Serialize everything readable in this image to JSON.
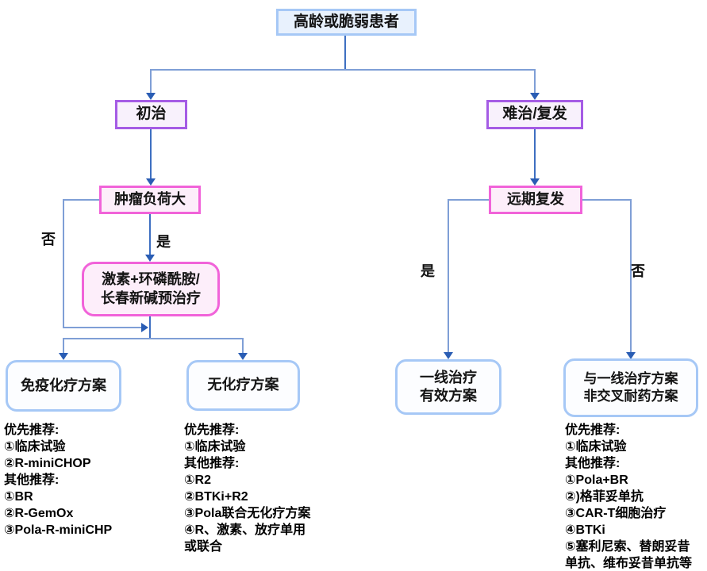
{
  "nodes": {
    "root": {
      "label": "高龄或脆弱患者"
    },
    "initial": {
      "label": "初治"
    },
    "refractory": {
      "label": "难治/复发"
    },
    "tumor_burden": {
      "label": "肿瘤负荷大"
    },
    "pretreatment": {
      "label": "激素+环磷酰胺/\n长春新碱预治疗"
    },
    "late_relapse": {
      "label": "远期复发"
    },
    "immunochemo": {
      "label": "免疫化疗方案"
    },
    "chemo_free": {
      "label": "无化疗方案"
    },
    "first_line_effective": {
      "label": "一线治疗\n有效方案"
    },
    "non_cross_resistant": {
      "label": "与一线治疗方案\n非交叉耐药方案"
    }
  },
  "edge_labels": {
    "tumor_no": "否",
    "tumor_yes": "是",
    "relapse_yes": "是",
    "relapse_no": "否"
  },
  "recommendations": {
    "immunochemo": [
      "优先推荐:",
      "①临床试验",
      "②R-miniCHOP",
      "其他推荐:",
      "①BR",
      "②R-GemOx",
      "③Pola-R-miniCHP"
    ],
    "chemo_free": [
      "优先推荐:",
      "①临床试验",
      "其他推荐:",
      "①R2",
      "②BTKi+R2",
      "③Pola联合无化疗方案",
      "④R、激素、放疗单用",
      "或联合"
    ],
    "non_cross_resistant": [
      "优先推荐:",
      "①临床试验",
      "其他推荐:",
      "①Pola+BR",
      "②)格菲妥单抗",
      "③CAR-T细胞治疗",
      "④BTKi",
      "⑤塞利尼索、替朗妥昔",
      "单抗、维布妥昔单抗等"
    ]
  },
  "colors": {
    "blue_border": "#a6c8f6",
    "blue_fill": "#e8f1fd",
    "purple_border": "#a55ce5",
    "purple_fill": "#f8f1fc",
    "pink_border": "#f163d9",
    "pink_fill": "#fdeefa",
    "line_dark": "#3e6fc1",
    "line_light": "#7f9fd6",
    "arrow": "#2a5db4"
  }
}
